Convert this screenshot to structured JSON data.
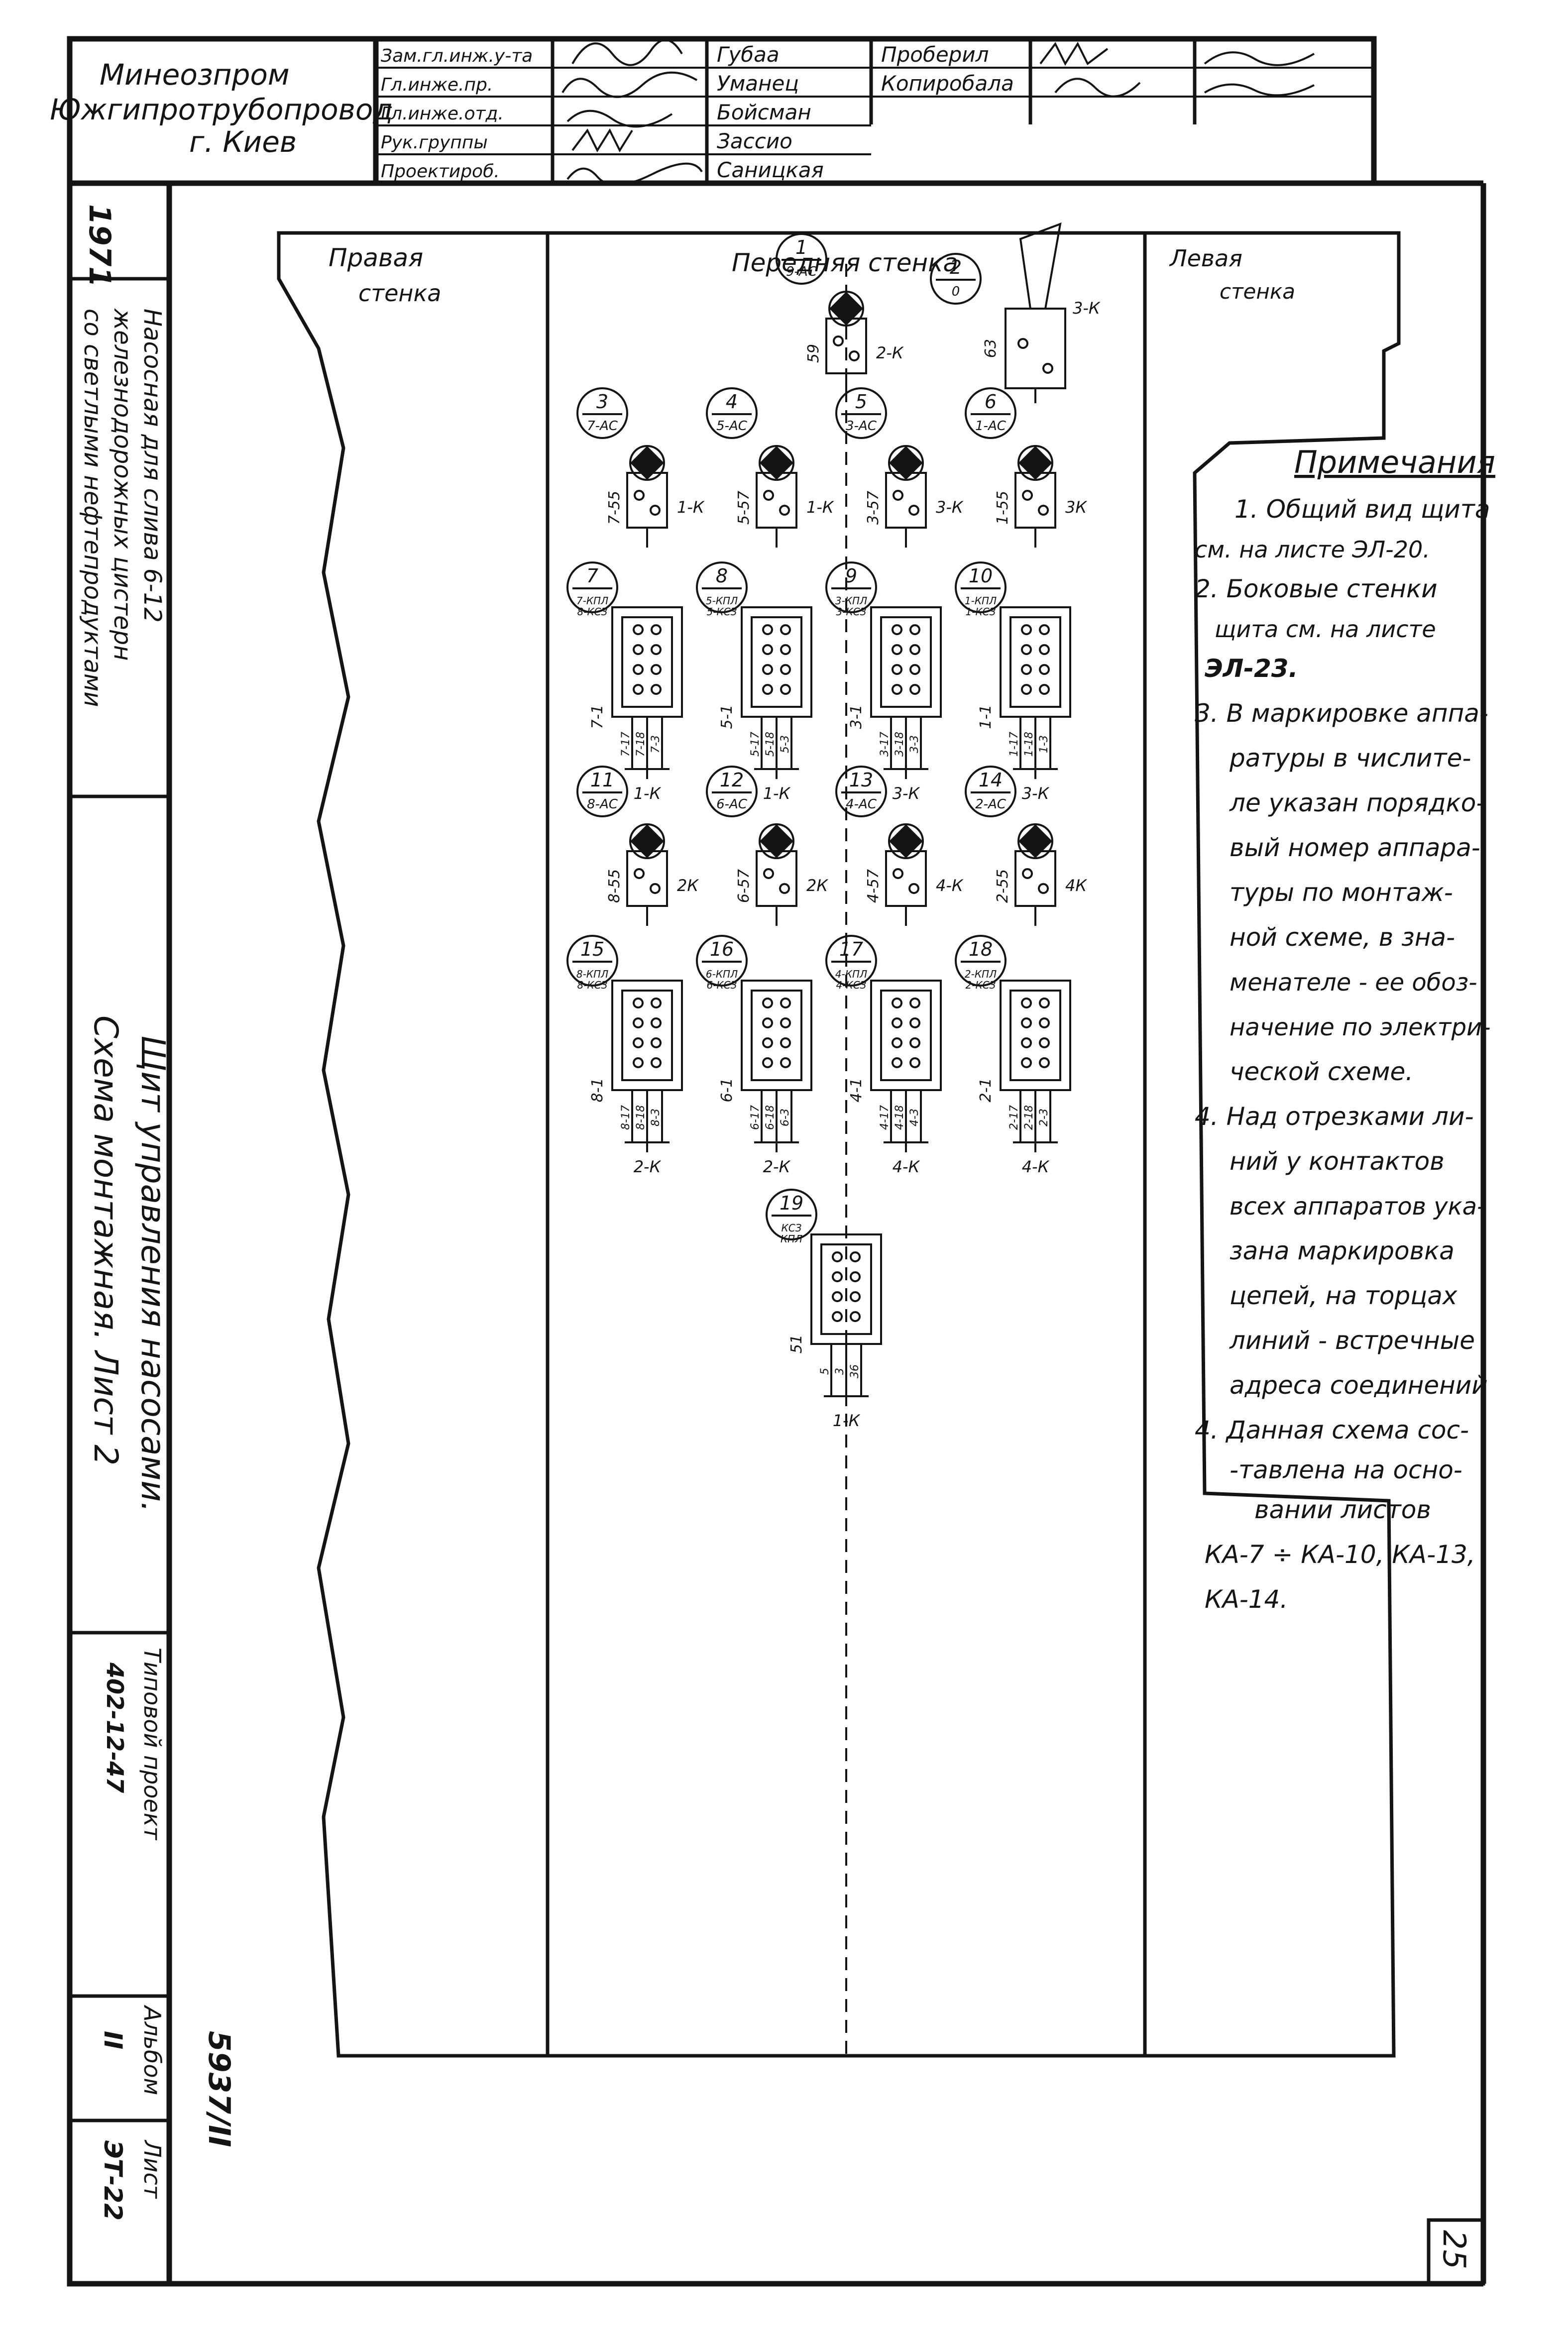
{
  "title_block": {
    "org_lines": [
      "Минеозпром",
      "Южгипротрубопровод",
      "г. Киев"
    ],
    "roles": [
      "Зам.гл.инж.у-та",
      "Гл.инже.пр.",
      "Гл.инже.отд.",
      "Рук.группы",
      "Проектироб."
    ],
    "names": [
      "Губаа",
      "Уманец",
      "Бойсман",
      "Зассио",
      "Саницкая"
    ],
    "check_labels": [
      "Проберил",
      "Копиробала"
    ]
  },
  "left_strip": {
    "year": "1971",
    "project_desc": [
      "Насосная для слива 6-12",
      "железнодорожных цистерн",
      "со светлыми нефтепродуктами"
    ],
    "sheet_desc": [
      "Щит управления насосами.",
      "Схема монтажная. Лист 2"
    ],
    "typical_project": [
      "Типовой проект",
      "402-12-47"
    ],
    "album": [
      "Альбом",
      "II"
    ],
    "sheet": [
      "Лист",
      "ЭТ-22"
    ],
    "archive_no": "5937/II"
  },
  "panel": {
    "right_wall": [
      "Правая",
      "стенка"
    ],
    "front_wall": "Передняя стенка",
    "left_wall": [
      "Левая",
      "стенка"
    ]
  },
  "notes": {
    "heading": "Примечания",
    "lines": [
      "1. Общий вид щита",
      "см. на листе ЭЛ-20.",
      "2. Боковые стенки",
      "щита см. на листе",
      "ЭЛ-23.",
      "3. В маркировке аппа-",
      "ратуры в числите-",
      "ле указан порядко-",
      "вый номер аппара-",
      "туры по монтаж-",
      "ной схеме, в зна-",
      "менателе - ее обоз-",
      "начение по электри-",
      "ческой схеме.",
      "4. Над отрезками ли-",
      "ний у контактов",
      "всех аппаратов ука-",
      "зана маркировка",
      "цепей, на торцах",
      "линий - встречные",
      "адреса соединений",
      "4. Данная схема сос-",
      "-тавлена на осно-",
      "вании листов",
      "КА-7 ÷ КА-10, КА-13,",
      "КА-14."
    ]
  },
  "lamps": [
    {
      "num": "1",
      "den": "9-АС",
      "label": "59",
      "conn": "2-К"
    },
    {
      "num": "3",
      "den": "7-АС",
      "label": "7-55",
      "conn": "1-К"
    },
    {
      "num": "4",
      "den": "5-АС",
      "label": "5-57",
      "conn": "1-К"
    },
    {
      "num": "5",
      "den": "3-АС",
      "label": "3-57",
      "conn": "3-К"
    },
    {
      "num": "6",
      "den": "1-АС",
      "label": "1-55",
      "conn": "3К"
    },
    {
      "num": "11",
      "den": "8-АС",
      "label": "8-55",
      "conn": "2К"
    },
    {
      "num": "12",
      "den": "6-АС",
      "label": "6-57",
      "conn": "2К"
    },
    {
      "num": "13",
      "den": "4-АС",
      "label": "4-57",
      "conn": "4-К"
    },
    {
      "num": "14",
      "den": "2-АС",
      "label": "2-55",
      "conn": "4К"
    }
  ],
  "switches": [
    {
      "num": "2",
      "den": "0",
      "label": "63",
      "conn": "3-К"
    }
  ],
  "keys": [
    {
      "num": "7",
      "den": "7-КПЛ\n8-КСЗ",
      "label": "7-1",
      "conn": "1-К",
      "pins": [
        "7-17",
        "7-18",
        "7-3"
      ]
    },
    {
      "num": "8",
      "den": "5-КПЛ\n5-КСЗ",
      "label": "5-1",
      "conn": "1-К",
      "pins": [
        "5-17",
        "5-18",
        "5-3"
      ]
    },
    {
      "num": "9",
      "den": "3-КПЛ\n3-КСЗ",
      "label": "3-1",
      "conn": "3-К",
      "pins": [
        "3-17",
        "3-18",
        "3-3"
      ]
    },
    {
      "num": "10",
      "den": "1-КПЛ\n1-КСЗ",
      "label": "1-1",
      "conn": "3-К",
      "pins": [
        "1-17",
        "1-18",
        "1-3"
      ]
    },
    {
      "num": "15",
      "den": "8-КПЛ\n8-КСЗ",
      "label": "8-1",
      "conn": "2-К",
      "pins": [
        "8-17",
        "8-18",
        "8-3"
      ]
    },
    {
      "num": "16",
      "den": "6-КПЛ\n6-КСЗ",
      "label": "6-1",
      "conn": "2-К",
      "pins": [
        "6-17",
        "6-18",
        "6-3"
      ]
    },
    {
      "num": "17",
      "den": "4-КПЛ\n4-КСЗ",
      "label": "4-1",
      "conn": "4-К",
      "pins": [
        "4-17",
        "4-18",
        "4-3"
      ]
    },
    {
      "num": "18",
      "den": "2-КПЛ\n2-КСЗ",
      "label": "2-1",
      "conn": "4-К",
      "pins": [
        "2-17",
        "2-18",
        "2-3"
      ]
    },
    {
      "num": "19",
      "den": "КСЗ\nКПЛ",
      "label": "51",
      "conn": "1-К",
      "pins": [
        "5",
        "3",
        "36"
      ]
    }
  ],
  "page_number": "25"
}
